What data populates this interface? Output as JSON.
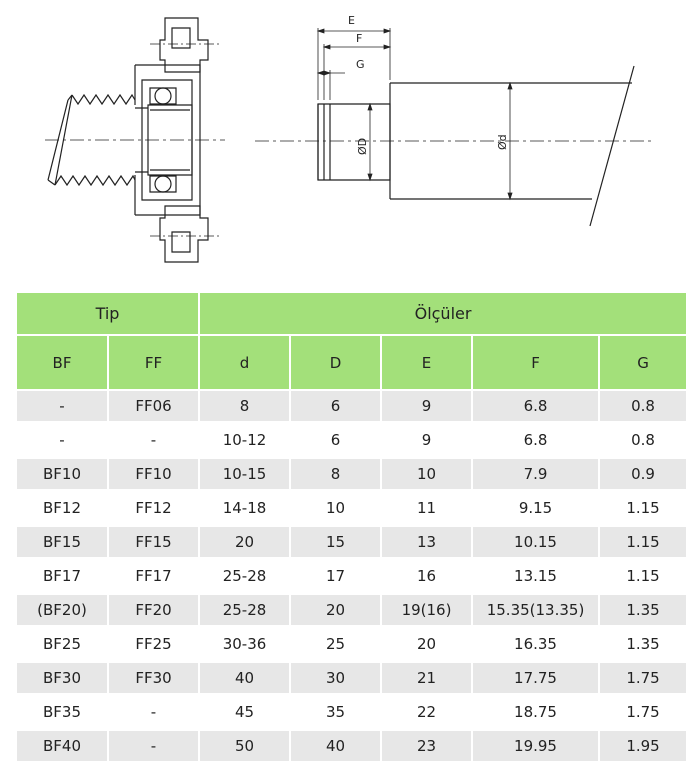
{
  "drawing": {
    "labels": {
      "E": "E",
      "F": "F",
      "G": "G",
      "D": "ØD",
      "d": "Ød"
    }
  },
  "table": {
    "group_headers": {
      "tip": "Tip",
      "olculer": "Ölçüler"
    },
    "columns": [
      "BF",
      "FF",
      "d",
      "D",
      "E",
      "F",
      "G"
    ],
    "rows": [
      [
        "-",
        "FF06",
        "8",
        "6",
        "9",
        "6.8",
        "0.8"
      ],
      [
        "-",
        "-",
        "10-12",
        "6",
        "9",
        "6.8",
        "0.8"
      ],
      [
        "BF10",
        "FF10",
        "10-15",
        "8",
        "10",
        "7.9",
        "0.9"
      ],
      [
        "BF12",
        "FF12",
        "14-18",
        "10",
        "11",
        "9.15",
        "1.15"
      ],
      [
        "BF15",
        "FF15",
        "20",
        "15",
        "13",
        "10.15",
        "1.15"
      ],
      [
        "BF17",
        "FF17",
        "25-28",
        "17",
        "16",
        "13.15",
        "1.15"
      ],
      [
        "(BF20)",
        "FF20",
        "25-28",
        "20",
        "19(16)",
        "15.35(13.35)",
        "1.35"
      ],
      [
        "BF25",
        "FF25",
        "30-36",
        "25",
        "20",
        "16.35",
        "1.35"
      ],
      [
        "BF30",
        "FF30",
        "40",
        "30",
        "21",
        "17.75",
        "1.75"
      ],
      [
        "BF35",
        "-",
        "45",
        "35",
        "22",
        "18.75",
        "1.75"
      ],
      [
        "BF40",
        "-",
        "50",
        "40",
        "23",
        "19.95",
        "1.95"
      ]
    ]
  }
}
